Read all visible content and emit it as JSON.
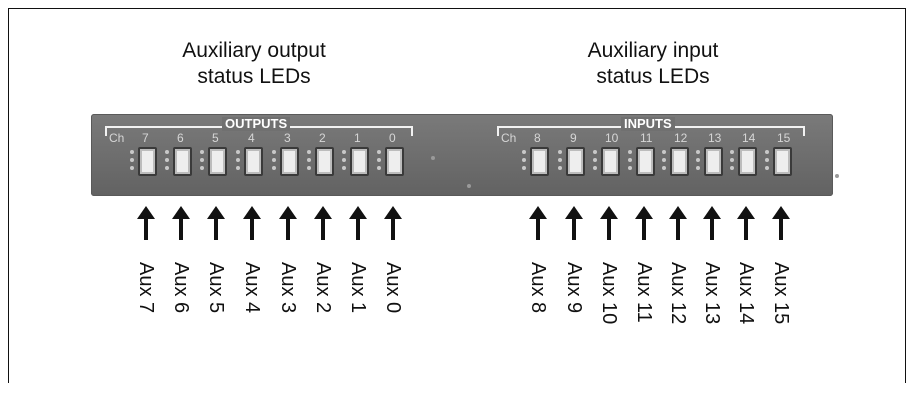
{
  "captions": {
    "outputs": "Auxiliary output\nstatus LEDs",
    "inputs": "Auxiliary input\nstatus LEDs"
  },
  "panel": {
    "outputs_label": "OUTPUTS",
    "inputs_label": "INPUTS",
    "ch_label": "Ch",
    "output_channels": [
      "7",
      "6",
      "5",
      "4",
      "3",
      "2",
      "1",
      "0"
    ],
    "input_channels": [
      "8",
      "9",
      "10",
      "11",
      "12",
      "13",
      "14",
      "15"
    ]
  },
  "aux_labels": {
    "outputs": [
      "Aux 7",
      "Aux 6",
      "Aux 5",
      "Aux 4",
      "Aux 3",
      "Aux 2",
      "Aux 1",
      "Aux 0"
    ],
    "inputs": [
      "Aux 8",
      "Aux 9",
      "Aux 10",
      "Aux 11",
      "Aux 12",
      "Aux 13",
      "Aux 14",
      "Aux 15"
    ]
  },
  "colors": {
    "panel": "#6d6d6d",
    "led_face": "#eeeeee",
    "arrow": "#111111"
  }
}
